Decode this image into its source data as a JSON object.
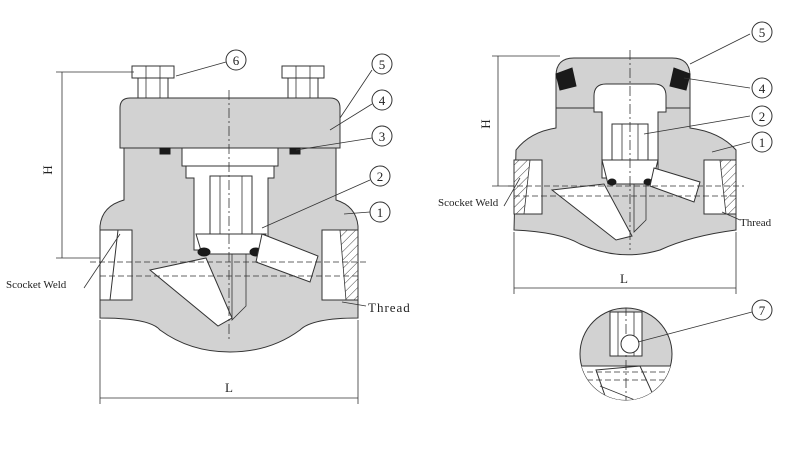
{
  "left_view": {
    "callouts": [
      "6",
      "5",
      "4",
      "3",
      "2",
      "1"
    ],
    "label_socket_weld": "Scocket Weld",
    "label_thread": "Thread",
    "dim_height": "H",
    "dim_length": "L"
  },
  "right_view": {
    "callouts": [
      "5",
      "4",
      "2",
      "1"
    ],
    "label_socket_weld": "Scocket Weld",
    "label_thread": "Thread",
    "dim_height": "H",
    "dim_length": "L"
  },
  "detail_view": {
    "callouts": [
      "7"
    ]
  }
}
